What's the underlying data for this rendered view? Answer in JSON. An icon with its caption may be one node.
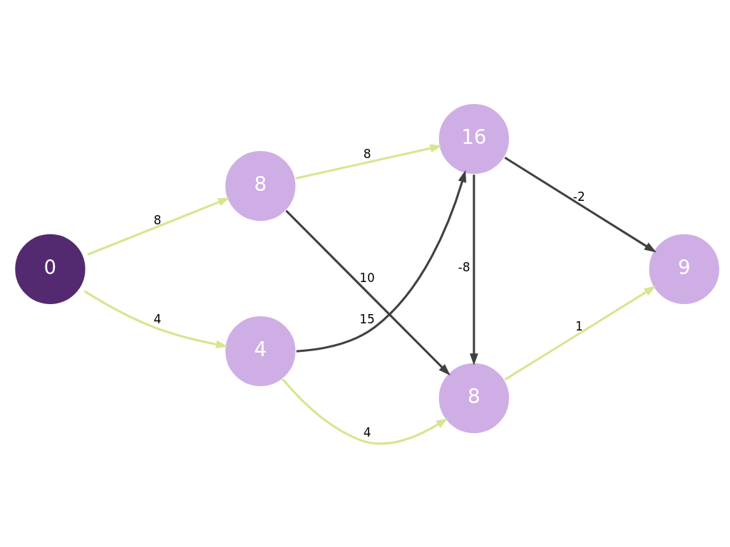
{
  "diagram": {
    "nodes": [
      {
        "text": [
          "0"
        ]
      },
      {
        "text": [
          "8"
        ]
      },
      {
        "text": [
          "4"
        ]
      },
      {
        "text": [
          "8"
        ]
      },
      {
        "text": [
          "16"
        ]
      },
      {
        "text": [
          "9"
        ]
      }
    ],
    "edges": [
      {
        "from": 0,
        "to": 1,
        "arrow": "to",
        "label": "8"
      },
      {
        "from": 0,
        "to": 2,
        "arrow": "to",
        "label": "4"
      },
      {
        "from": 1,
        "to": 3,
        "arrow": "to",
        "label": "10",
        "color": "#404040"
      },
      {
        "from": 1,
        "to": 4,
        "arrow": "to",
        "label": "8"
      },
      {
        "from": 2,
        "to": 3,
        "arrow": "to",
        "label": "4"
      },
      {
        "from": 2,
        "to": 4,
        "arrow": "to",
        "label": "15",
        "color": "#404040"
      },
      {
        "from": 4,
        "to": 3,
        "arrow": "to",
        "label": "-8",
        "color": "#404040"
      },
      {
        "from": 3,
        "to": 5,
        "arrow": "to",
        "label": "1"
      },
      {
        "from": 4,
        "to": 5,
        "arrow": "to",
        "label": "-2",
        "color": "#404040"
      }
    ]
  }
}
